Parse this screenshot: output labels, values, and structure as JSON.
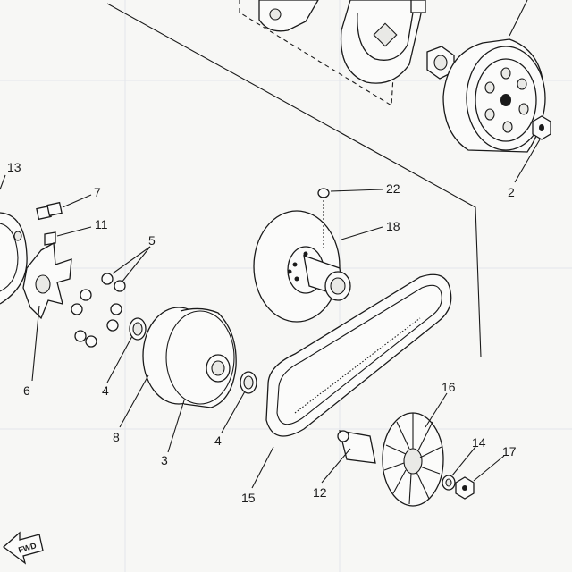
{
  "callouts": [
    {
      "id": "13",
      "text": "13"
    },
    {
      "id": "7",
      "text": "7"
    },
    {
      "id": "11",
      "text": "11"
    },
    {
      "id": "5",
      "text": "5"
    },
    {
      "id": "6",
      "text": "6"
    },
    {
      "id": "4a",
      "text": "4"
    },
    {
      "id": "8",
      "text": "8"
    },
    {
      "id": "3",
      "text": "3"
    },
    {
      "id": "4b",
      "text": "4"
    },
    {
      "id": "15",
      "text": "15"
    },
    {
      "id": "12",
      "text": "12"
    },
    {
      "id": "16",
      "text": "16"
    },
    {
      "id": "14",
      "text": "14"
    },
    {
      "id": "17",
      "text": "17"
    },
    {
      "id": "22",
      "text": "22"
    },
    {
      "id": "18",
      "text": "18"
    },
    {
      "id": "2",
      "text": "2"
    }
  ],
  "direction_marker": {
    "text": "FWD",
    "icon": "forward-arrow-icon"
  }
}
